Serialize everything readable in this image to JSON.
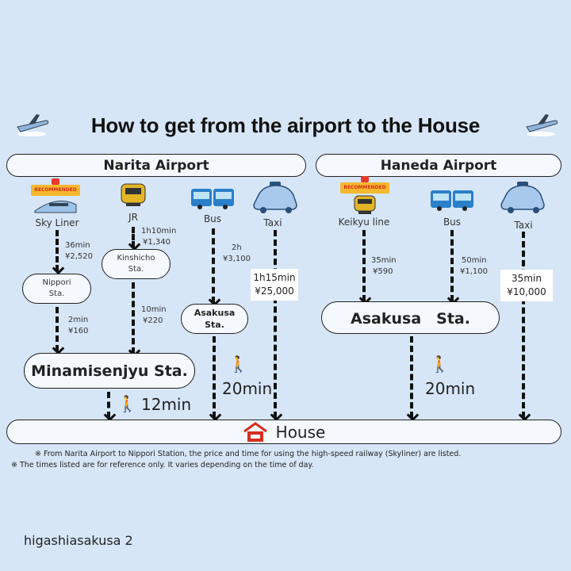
{
  "title": "How to get from the airport to the House",
  "narita": {
    "label": "Narita Airport",
    "skyliner": {
      "label": "Sky Liner",
      "badge": "RECOMMENDED",
      "time": "36min",
      "price": "¥2,520"
    },
    "nippori": {
      "line1": "Nippori",
      "line2": "Sta.",
      "time": "2min",
      "price": "¥160"
    },
    "jr": {
      "label": "JR",
      "time": "1h10min",
      "price": "¥1,340"
    },
    "kinshicho": {
      "line1": "Kinshicho",
      "line2": "Sta.",
      "time": "10min",
      "price": "¥220"
    },
    "minamisenjyu": {
      "label": "Minamisenjyu Sta.",
      "walk": "12min"
    },
    "bus": {
      "label": "Bus",
      "time": "2h",
      "price": "¥3,100"
    },
    "asakusa": {
      "line1": "Asakusa",
      "line2": "Sta.",
      "walk": "20min"
    },
    "taxi": {
      "label": "Taxi",
      "time": "1h15min",
      "price": "¥25,000"
    }
  },
  "haneda": {
    "label": "Haneda Airport",
    "keikyu": {
      "label": "Keikyu line",
      "badge": "RECOMMENDED",
      "time": "35min",
      "price": "¥590"
    },
    "bus": {
      "label": "Bus",
      "time": "50min",
      "price": "¥1,100"
    },
    "taxi": {
      "label": "Taxi",
      "time": "35min",
      "price": "¥10,000"
    },
    "asakusa": {
      "label": "Asakusa　Sta.",
      "walk": "20min"
    }
  },
  "house": {
    "label": "House"
  },
  "notes": [
    "※ From Narita Airport to Nippori Station, the price and time for using the high-speed railway (Skyliner) are listed.",
    "※ The times listed are for reference only. It varies depending on the time of day."
  ],
  "footer": "higashiasakusa 2",
  "colors": {
    "background": "#d6e6f7",
    "accent": "#d62d20"
  }
}
